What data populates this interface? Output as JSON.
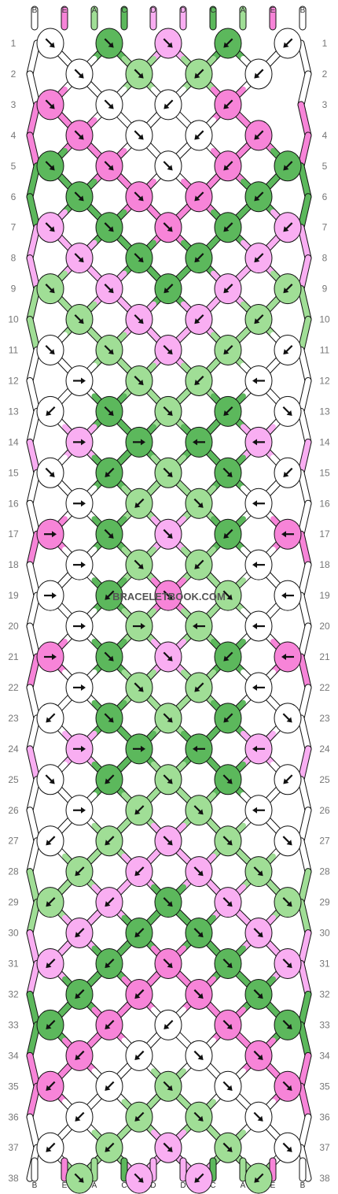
{
  "watermark": "BRACELETBOOK.COM",
  "colors": {
    "A": "#a0de96",
    "B": "#ffffff",
    "C": "#5cb85c",
    "D": "#f9aef2",
    "E": "#f784d8"
  },
  "strings_top": [
    "B",
    "E",
    "A",
    "C",
    "D",
    "D",
    "C",
    "A",
    "E",
    "B"
  ],
  "strings_bottom": [
    "B",
    "E",
    "A",
    "C",
    "D",
    "D",
    "C",
    "A",
    "E",
    "B"
  ],
  "row_numbers": [
    "1",
    "2",
    "3",
    "4",
    "5",
    "6",
    "7",
    "8",
    "9",
    "10",
    "11",
    "12",
    "13",
    "14",
    "15",
    "16",
    "17",
    "18",
    "19",
    "20",
    "21",
    "22",
    "23",
    "24",
    "25",
    "26",
    "27",
    "28",
    "29",
    "30",
    "31",
    "32",
    "33",
    "34",
    "35",
    "36",
    "37",
    "38"
  ],
  "knot_rows": [
    {
      "row": 1,
      "knots": [
        [
          "B",
          "se"
        ],
        [
          "C",
          "se"
        ],
        [
          "D",
          "se"
        ],
        [
          "C",
          "sw"
        ],
        [
          "B",
          "sw"
        ]
      ]
    },
    {
      "row": 2,
      "knots": [
        [
          "B",
          "se"
        ],
        [
          "A",
          "se"
        ],
        [
          "A",
          "sw"
        ],
        [
          "B",
          "sw"
        ]
      ]
    },
    {
      "row": 3,
      "knots": [
        [
          "E",
          "se"
        ],
        [
          "B",
          "se"
        ],
        [
          "B",
          "sw"
        ],
        [
          "E",
          "sw"
        ]
      ]
    },
    {
      "row": 4,
      "knots": [
        [
          "E",
          "se"
        ],
        [
          "B",
          "se"
        ],
        [
          "B",
          "sw"
        ],
        [
          "E",
          "sw"
        ]
      ]
    },
    {
      "row": 5,
      "knots": [
        [
          "C",
          "se"
        ],
        [
          "E",
          "se"
        ],
        [
          "B",
          "se"
        ],
        [
          "E",
          "sw"
        ],
        [
          "C",
          "sw"
        ]
      ]
    },
    {
      "row": 6,
      "knots": [
        [
          "C",
          "se"
        ],
        [
          "E",
          "se"
        ],
        [
          "E",
          "sw"
        ],
        [
          "C",
          "sw"
        ]
      ]
    },
    {
      "row": 7,
      "knots": [
        [
          "D",
          "se"
        ],
        [
          "C",
          "se"
        ],
        [
          "E",
          "se"
        ],
        [
          "C",
          "sw"
        ],
        [
          "D",
          "sw"
        ]
      ]
    },
    {
      "row": 8,
      "knots": [
        [
          "D",
          "se"
        ],
        [
          "C",
          "se"
        ],
        [
          "C",
          "sw"
        ],
        [
          "D",
          "sw"
        ]
      ]
    },
    {
      "row": 9,
      "knots": [
        [
          "A",
          "se"
        ],
        [
          "D",
          "se"
        ],
        [
          "C",
          "sw"
        ],
        [
          "D",
          "sw"
        ],
        [
          "A",
          "sw"
        ]
      ]
    },
    {
      "row": 10,
      "knots": [
        [
          "A",
          "se"
        ],
        [
          "D",
          "se"
        ],
        [
          "D",
          "sw"
        ],
        [
          "A",
          "sw"
        ]
      ]
    },
    {
      "row": 11,
      "knots": [
        [
          "B",
          "se"
        ],
        [
          "A",
          "se"
        ],
        [
          "D",
          "se"
        ],
        [
          "A",
          "sw"
        ],
        [
          "B",
          "sw"
        ]
      ]
    },
    {
      "row": 12,
      "knots": [
        [
          "B",
          "e"
        ],
        [
          "A",
          "se"
        ],
        [
          "A",
          "sw"
        ],
        [
          "B",
          "w"
        ]
      ]
    },
    {
      "row": 13,
      "knots": [
        [
          "B",
          "sw"
        ],
        [
          "C",
          "se"
        ],
        [
          "A",
          "se"
        ],
        [
          "C",
          "sw"
        ],
        [
          "B",
          "se"
        ]
      ]
    },
    {
      "row": 14,
      "knots": [
        [
          "D",
          "e"
        ],
        [
          "C",
          "e"
        ],
        [
          "C",
          "w"
        ],
        [
          "D",
          "w"
        ]
      ]
    },
    {
      "row": 15,
      "knots": [
        [
          "B",
          "se"
        ],
        [
          "C",
          "sw"
        ],
        [
          "A",
          "se"
        ],
        [
          "C",
          "se"
        ],
        [
          "B",
          "sw"
        ]
      ]
    },
    {
      "row": 16,
      "knots": [
        [
          "B",
          "e"
        ],
        [
          "A",
          "sw"
        ],
        [
          "A",
          "se"
        ],
        [
          "B",
          "w"
        ]
      ]
    },
    {
      "row": 17,
      "knots": [
        [
          "E",
          "e"
        ],
        [
          "C",
          "se"
        ],
        [
          "D",
          "se"
        ],
        [
          "C",
          "sw"
        ],
        [
          "E",
          "w"
        ]
      ]
    },
    {
      "row": 18,
      "knots": [
        [
          "B",
          "e"
        ],
        [
          "A",
          "se"
        ],
        [
          "A",
          "sw"
        ],
        [
          "B",
          "w"
        ]
      ]
    },
    {
      "row": 19,
      "knots": [
        [
          "B",
          "e"
        ],
        [
          "C",
          "sw"
        ],
        [
          "E",
          "se"
        ],
        [
          "A",
          "se"
        ],
        [
          "B",
          "w"
        ]
      ]
    },
    {
      "row": 20,
      "knots": [
        [
          "B",
          "e"
        ],
        [
          "A",
          "e"
        ],
        [
          "A",
          "w"
        ],
        [
          "B",
          "w"
        ]
      ]
    },
    {
      "row": 21,
      "knots": [
        [
          "E",
          "e"
        ],
        [
          "C",
          "se"
        ],
        [
          "D",
          "se"
        ],
        [
          "C",
          "sw"
        ],
        [
          "E",
          "w"
        ]
      ]
    },
    {
      "row": 22,
      "knots": [
        [
          "B",
          "e"
        ],
        [
          "A",
          "se"
        ],
        [
          "A",
          "sw"
        ],
        [
          "B",
          "w"
        ]
      ]
    },
    {
      "row": 23,
      "knots": [
        [
          "B",
          "sw"
        ],
        [
          "C",
          "se"
        ],
        [
          "A",
          "se"
        ],
        [
          "C",
          "sw"
        ],
        [
          "B",
          "se"
        ]
      ]
    },
    {
      "row": 24,
      "knots": [
        [
          "D",
          "e"
        ],
        [
          "C",
          "e"
        ],
        [
          "C",
          "w"
        ],
        [
          "D",
          "w"
        ]
      ]
    },
    {
      "row": 25,
      "knots": [
        [
          "B",
          "se"
        ],
        [
          "C",
          "sw"
        ],
        [
          "A",
          "se"
        ],
        [
          "C",
          "se"
        ],
        [
          "B",
          "sw"
        ]
      ]
    },
    {
      "row": 26,
      "knots": [
        [
          "B",
          "e"
        ],
        [
          "A",
          "sw"
        ],
        [
          "A",
          "se"
        ],
        [
          "B",
          "w"
        ]
      ]
    },
    {
      "row": 27,
      "knots": [
        [
          "B",
          "sw"
        ],
        [
          "A",
          "sw"
        ],
        [
          "D",
          "se"
        ],
        [
          "A",
          "se"
        ],
        [
          "B",
          "se"
        ]
      ]
    },
    {
      "row": 28,
      "knots": [
        [
          "A",
          "sw"
        ],
        [
          "D",
          "sw"
        ],
        [
          "D",
          "se"
        ],
        [
          "A",
          "se"
        ]
      ]
    },
    {
      "row": 29,
      "knots": [
        [
          "A",
          "sw"
        ],
        [
          "D",
          "sw"
        ],
        [
          "C",
          "se"
        ],
        [
          "D",
          "se"
        ],
        [
          "A",
          "se"
        ]
      ]
    },
    {
      "row": 30,
      "knots": [
        [
          "D",
          "sw"
        ],
        [
          "C",
          "sw"
        ],
        [
          "C",
          "se"
        ],
        [
          "D",
          "se"
        ]
      ]
    },
    {
      "row": 31,
      "knots": [
        [
          "D",
          "sw"
        ],
        [
          "C",
          "sw"
        ],
        [
          "E",
          "se"
        ],
        [
          "C",
          "se"
        ],
        [
          "D",
          "se"
        ]
      ]
    },
    {
      "row": 32,
      "knots": [
        [
          "C",
          "sw"
        ],
        [
          "E",
          "sw"
        ],
        [
          "E",
          "se"
        ],
        [
          "C",
          "se"
        ]
      ]
    },
    {
      "row": 33,
      "knots": [
        [
          "C",
          "sw"
        ],
        [
          "E",
          "sw"
        ],
        [
          "B",
          "sw"
        ],
        [
          "E",
          "se"
        ],
        [
          "C",
          "se"
        ]
      ]
    },
    {
      "row": 34,
      "knots": [
        [
          "E",
          "sw"
        ],
        [
          "B",
          "sw"
        ],
        [
          "B",
          "se"
        ],
        [
          "E",
          "se"
        ]
      ]
    },
    {
      "row": 35,
      "knots": [
        [
          "E",
          "sw"
        ],
        [
          "B",
          "sw"
        ],
        [
          "A",
          "se"
        ],
        [
          "B",
          "se"
        ],
        [
          "E",
          "se"
        ]
      ]
    },
    {
      "row": 36,
      "knots": [
        [
          "B",
          "sw"
        ],
        [
          "A",
          "sw"
        ],
        [
          "A",
          "se"
        ],
        [
          "B",
          "se"
        ]
      ]
    },
    {
      "row": 37,
      "knots": [
        [
          "B",
          "sw"
        ],
        [
          "A",
          "sw"
        ],
        [
          "D",
          "se"
        ],
        [
          "A",
          "se"
        ],
        [
          "B",
          "se"
        ]
      ]
    },
    {
      "row": 38,
      "knots": [
        [
          "A",
          "se"
        ],
        [
          "D",
          "se"
        ],
        [
          "D",
          "sw"
        ],
        [
          "A",
          "sw"
        ]
      ]
    }
  ]
}
